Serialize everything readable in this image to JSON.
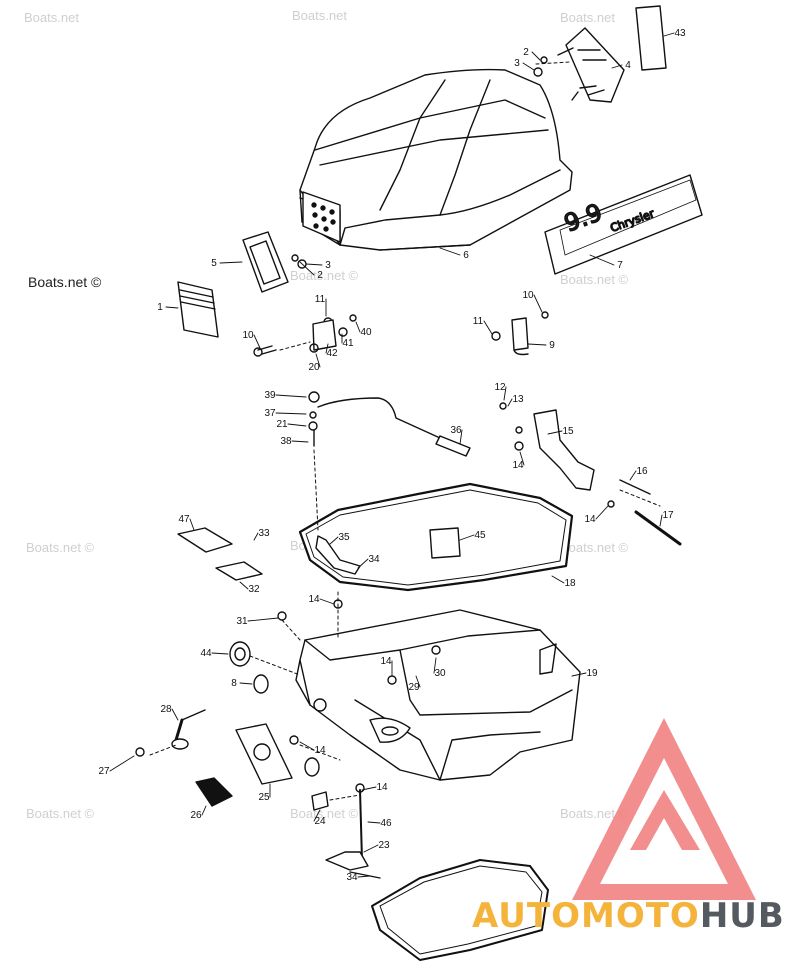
{
  "watermarks": {
    "text": "Boats.net",
    "text_copyright": "Boats.net ©"
  },
  "brand": {
    "part1": "AUTO",
    "part2": "MOTO",
    "part3": "HUB",
    "colors": {
      "triangle": "#f07a7a",
      "auto": "#f4b33a",
      "moto": "#f4b33a",
      "hub": "#555a60"
    }
  },
  "decal": {
    "model": "9.9",
    "brand": "Chrysler"
  },
  "callouts": [
    "1",
    "2",
    "3",
    "4",
    "5",
    "6",
    "7",
    "8",
    "9",
    "10",
    "11",
    "12",
    "13",
    "14",
    "15",
    "16",
    "17",
    "18",
    "19",
    "20",
    "21",
    "23",
    "24",
    "25",
    "26",
    "27",
    "28",
    "29",
    "30",
    "31",
    "32",
    "33",
    "34",
    "35",
    "36",
    "37",
    "38",
    "39",
    "40",
    "41",
    "42",
    "43",
    "44",
    "45",
    "46",
    "47"
  ]
}
